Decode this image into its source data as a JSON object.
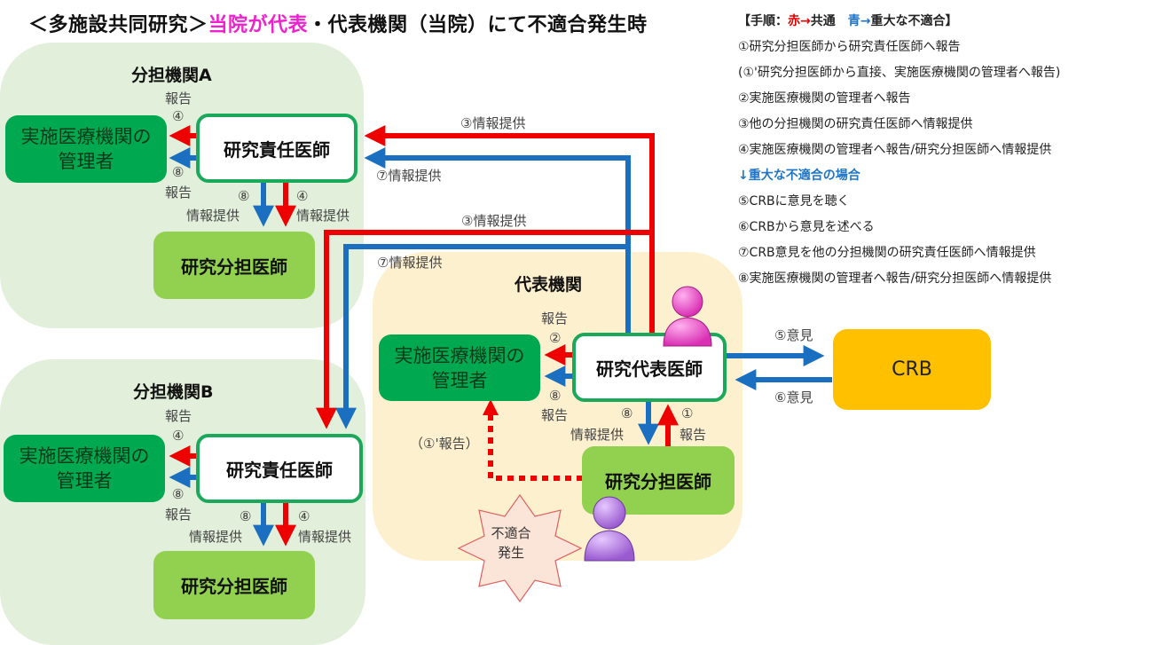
{
  "title": {
    "prefix": "＜多施設共同研究＞",
    "highlight": "当院が代表",
    "suffix": "・代表機関（当院）にて不適合発生時"
  },
  "colors": {
    "red_arrow": "#ee0000",
    "blue_arrow": "#1a6fc0",
    "highlight": "#ee22cc",
    "manager_box": "#00a850",
    "sub_doctor_box": "#92d050",
    "crb_box": "#ffc000",
    "partner_region": "#e2efda",
    "lead_region": "#fdf0cf"
  },
  "legend": {
    "header_open": "【手順：",
    "red_label": "赤→",
    "red_meaning": "共通　",
    "blue_label": "青→",
    "blue_meaning": "重大な不適合】",
    "steps": [
      "①研究分担医師から研究責任医師へ報告",
      "(①'研究分担医師から直接、実施医療機関の管理者へ報告)",
      "②実施医療機関の管理者へ報告",
      "③他の分担機関の研究責任医師へ情報提供",
      "④実施医療機関の管理者へ報告/研究分担医師へ情報提供"
    ],
    "serious_header": "↓重大な不適合の場合",
    "serious_steps": [
      "⑤CRBに意見を聴く",
      "⑥CRBから意見を述べる",
      "⑦CRB意見を他の分担機関の研究責任医師へ情報提供",
      "⑧実施医療機関の管理者へ報告/研究分担医師へ情報提供"
    ]
  },
  "partner_a": {
    "title": "分担機関A",
    "manager": "実施医療機関の管理者",
    "lead": "研究責任医師",
    "sub": "研究分担医師",
    "lbl_report_top": "報告",
    "lbl_4_left": "④",
    "lbl_8_left": "⑧",
    "lbl_report_bottom": "報告",
    "lbl_8_down": "⑧",
    "lbl_info_8": "情報提供",
    "lbl_4_down": "④",
    "lbl_info_4": "情報提供"
  },
  "partner_b": {
    "title": "分担機関B",
    "manager": "実施医療機関の管理者",
    "lead": "研究責任医師",
    "sub": "研究分担医師",
    "lbl_report_top": "報告",
    "lbl_4_left": "④",
    "lbl_8_left": "⑧",
    "lbl_report_bottom": "報告",
    "lbl_8_down": "⑧",
    "lbl_info_8": "情報提供",
    "lbl_4_down": "④",
    "lbl_info_4": "情報提供"
  },
  "lead_institution": {
    "title": "代表機関",
    "manager": "実施医療機関の管理者",
    "lead": "研究代表医師",
    "sub": "研究分担医師",
    "lbl_report_top": "報告",
    "lbl_2": "②",
    "lbl_8_left": "⑧",
    "lbl_report_bottom": "報告",
    "lbl_8_down": "⑧",
    "lbl_info_8": "情報提供",
    "lbl_1_up": "①",
    "lbl_report_1": "報告",
    "lbl_direct": "（①'報告）",
    "incident": "不適合発生"
  },
  "flows": {
    "to_a_red": "③情報提供",
    "to_a_blue": "⑦情報提供",
    "to_b_red": "③情報提供",
    "to_b_blue": "⑦情報提供",
    "to_crb": "⑤意見",
    "from_crb": "⑥意見"
  },
  "crb": {
    "label": "CRB"
  }
}
